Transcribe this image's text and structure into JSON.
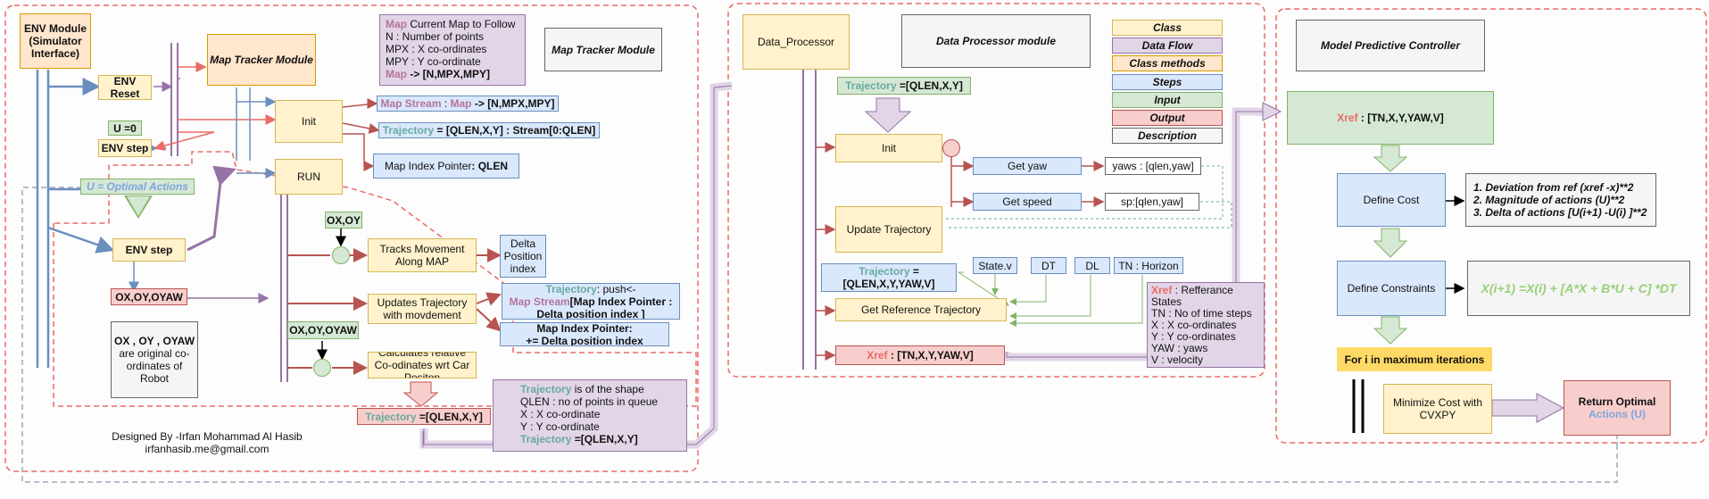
{
  "env_module": "ENV Module (Simulator Interface)",
  "env_reset": "ENV Reset",
  "u_zero": "U =0",
  "env_step_small": "ENV step",
  "u_optimal": "U = Optimal Actions",
  "env_step": "ENV step",
  "ox_oy_oyaw_out": "OX,OY,OYAW",
  "note_ox_oy": "OX , OY , OYAW",
  "note_rest": "are original co-ordinates of Robot",
  "map_tracker_module": "Map Tracker Module",
  "map_tracker_title": "Map Tracker Module",
  "map_info": {
    "l1_key": "Map",
    "l1_val": " Current Map to Follow",
    "l2": "N : Number of points",
    "l3": "MPX : X co-ordinates",
    "l4": "MPY : Y co-ordinate",
    "l5_key": "Map",
    "l5_val": " -> [N,MPX,MPY]"
  },
  "init_1": "Init",
  "run": "RUN",
  "map_stream": {
    "key1": "Map Stream",
    "mid": " : ",
    "key2": "Map",
    "rest": " -> [N,MPX,MPY]"
  },
  "traj_stream": {
    "key": "Trajectory",
    "rest": " = [QLEN,X,Y] : Stream[0:QLEN]"
  },
  "map_index_pointer": {
    "key": "Map Index Pointer",
    "rest": ": QLEN"
  },
  "ox_oy": "OX,OY",
  "ox_oy_oyaw_in": "OX,OY,OYAW",
  "tracks_movement": "Tracks Movement Along MAP",
  "updates_traj": "Updates Trajectory with movdement",
  "calculates_rel": "Calculates relative Co-odinates wrt Car Positon",
  "delta_pos_index": "Delta Position index",
  "traj_push": {
    "l1_key": "Trajectory",
    "l1_val": ": push<-",
    "l2_key": "Map Stream",
    "l2_val": "[Map Index Pointer :",
    "l3": "Delta position index ]"
  },
  "map_index_pointer2": {
    "l1": "Map Index Pointer:",
    "l2": "+= Delta position index"
  },
  "traj_out": {
    "key": "Trajectory",
    "rest": " =[QLEN,X,Y]"
  },
  "traj_shape": {
    "l1_key": "Trajectory",
    "l1_val": " is of the shape",
    "l2": "QLEN : no of points in queue",
    "l3": "X : X co-ordinate",
    "l4": "Y : Y co-ordinate",
    "l5_key": "Trajectory",
    "l5_val": " =[QLEN,X,Y]"
  },
  "designed_by": "Designed By -Irfan Mohammad Al Hasib",
  "email": "irfanhasib.me@gmail.com",
  "data_processor": "Data_Processor",
  "data_processor_title": "Data Processor module",
  "dp_traj_in": {
    "key": "Trajectory",
    "rest": " =[QLEN,X,Y]"
  },
  "init_2": "Init",
  "get_yaw": "Get yaw",
  "get_speed": "Get speed",
  "yaws": "yaws : [qlen,yaw]",
  "sp": "sp:[qlen,yaw]",
  "update_traj": "Update Trajectory",
  "traj_full": {
    "key": "Trajectory",
    "rest1": " =",
    "rest2": "[QLEN,X,Y,YAW,V]"
  },
  "state_v": "State.v",
  "dt": "DT",
  "dl": "DL",
  "tn_horizon": "TN : Horizon",
  "get_ref_traj": "Get Reference Trajectory",
  "xref_out": {
    "key": "Xref",
    "rest": " : [TN,X,Y,YAW,V]"
  },
  "xref_desc": {
    "l1_key": "Xref",
    "l1_val": " : Refferance",
    "l2": "States",
    "l3": "TN : No of time steps",
    "l4": "X : X co-ordinates",
    "l5": "Y : Y co-ordinates",
    "l6": "YAW : yaws",
    "l7": "V : velocity"
  },
  "legend": [
    "Class",
    "Data Flow",
    "Class methods",
    "Steps",
    "Input",
    "Output",
    "Description"
  ],
  "mpc_title": "Model Predictive Controller",
  "xref_mpc": {
    "key": "Xref",
    "rest": " : [TN,X,Y,YAW,V]"
  },
  "define_cost": "Define Cost",
  "cost_terms": [
    "1. Deviation from ref (xref -x)**2",
    "2. Magnitude of actions (U)**2",
    "3. Delta of actions [U(i+1) -U(i) ]**2"
  ],
  "define_constraints": "Define  Constraints",
  "constraint_eq": "X(i+1) =X(i) + [A*X + B*U + C] *DT",
  "for_loop": "For i in maximum iterations",
  "minimize_cost": "Minimize Cost with CVXPY",
  "return_optimal": {
    "l1": "Return Optimal",
    "l2": "Actions (U)"
  },
  "colors": {
    "class": "#fff2cc",
    "data_flow": "#e1d5e7",
    "class_methods": "#ffe6cc",
    "steps": "#dae8fc",
    "input": "#d5e8d4",
    "output": "#f8cecc",
    "description": "#f5f5f5",
    "red_line": "#b85450",
    "blue_line": "#6c8ebf",
    "purple_line": "#9673a6"
  }
}
